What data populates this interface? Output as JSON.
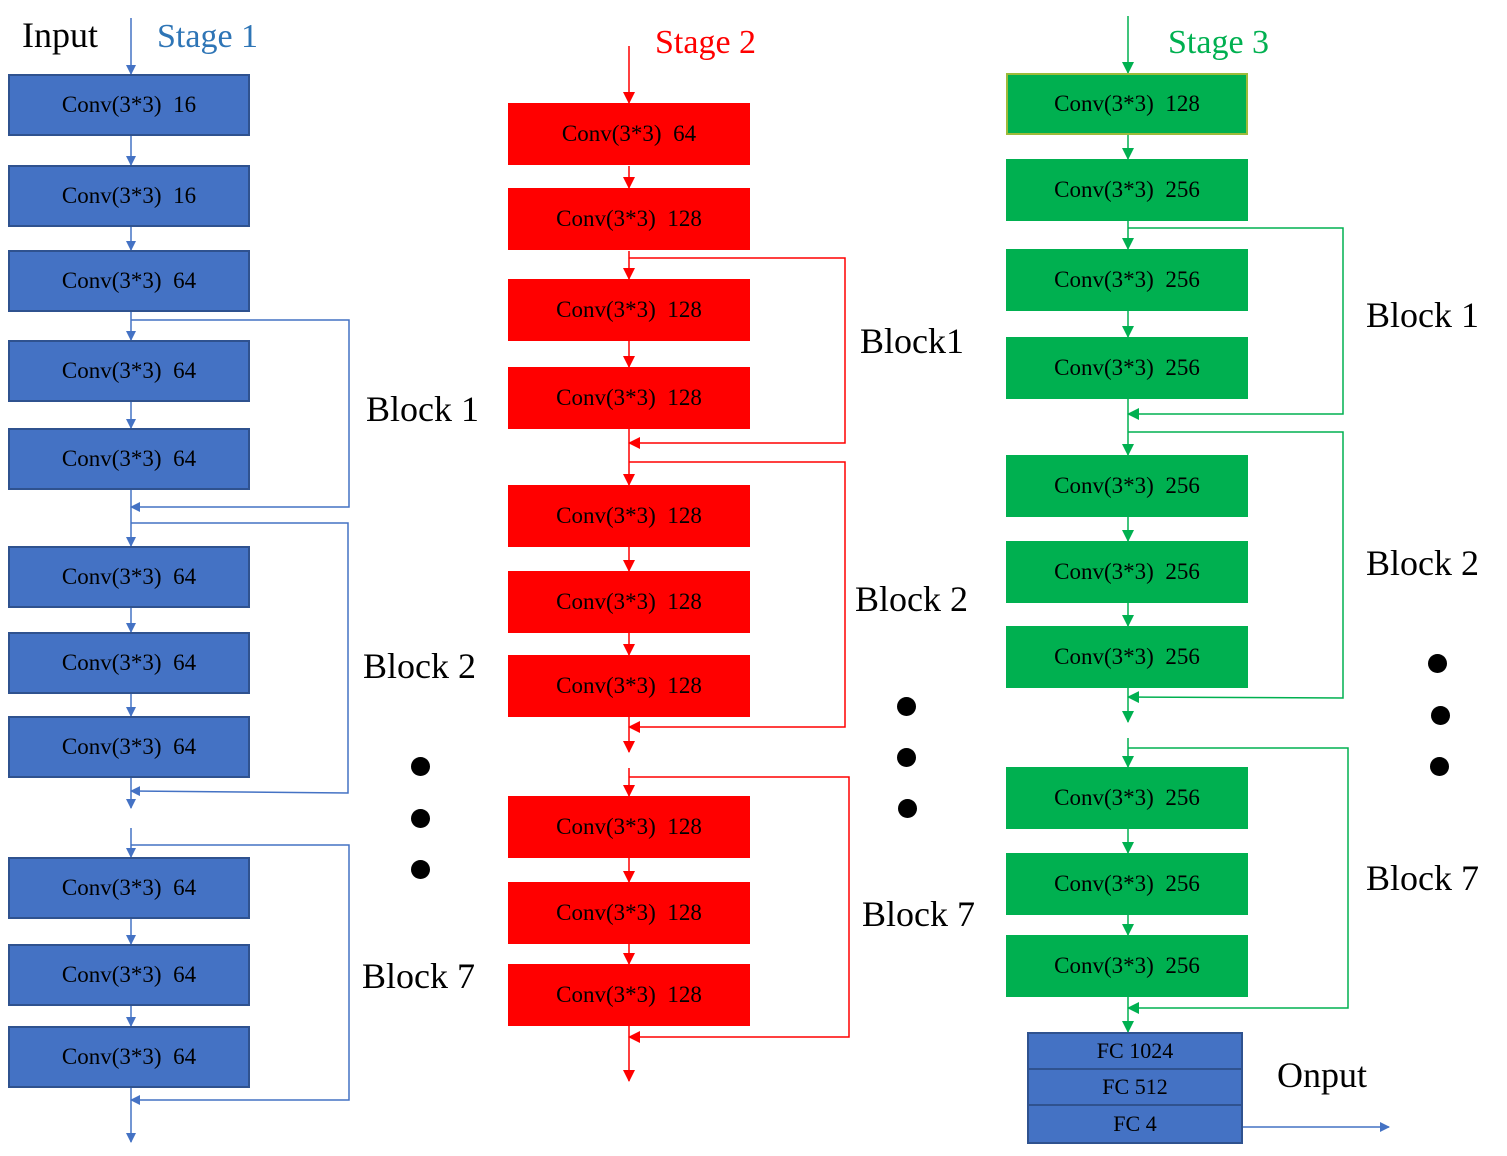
{
  "inputLabel": "Input",
  "outputLabel": "Onput",
  "colors": {
    "stage1": "#4472c4",
    "stage2": "#ff0000",
    "stage3": "#00b050"
  },
  "stage1": {
    "title": "Stage 1",
    "layers": [
      "Conv(3*3)  16",
      "Conv(3*3)  16",
      "Conv(3*3)  64",
      "Conv(3*3)  64",
      "Conv(3*3)  64",
      "Conv(3*3)  64",
      "Conv(3*3)  64",
      "Conv(3*3)  64",
      "Conv(3*3)  64",
      "Conv(3*3)  64",
      "Conv(3*3)  64"
    ],
    "blocks": [
      "Block 1",
      "Block 2",
      "Block 7"
    ]
  },
  "stage2": {
    "title": "Stage 2",
    "layers": [
      "Conv(3*3)  64",
      "Conv(3*3)  128",
      "Conv(3*3)  128",
      "Conv(3*3)  128",
      "Conv(3*3)  128",
      "Conv(3*3)  128",
      "Conv(3*3)  128",
      "Conv(3*3)  128",
      "Conv(3*3)  128",
      "Conv(3*3)  128"
    ],
    "blocks": [
      "Block1",
      "Block 2",
      "Block 7"
    ]
  },
  "stage3": {
    "title": "Stage 3",
    "layers": [
      "Conv(3*3)  128",
      "Conv(3*3)  256",
      "Conv(3*3)  256",
      "Conv(3*3)  256",
      "Conv(3*3)  256",
      "Conv(3*3)  256",
      "Conv(3*3)  256",
      "Conv(3*3)  256",
      "Conv(3*3)  256",
      "Conv(3*3)  256"
    ],
    "blocks": [
      "Block 1",
      "Block 2",
      "Block 7"
    ]
  },
  "fc": [
    "FC 1024",
    "FC 512",
    "FC 4"
  ]
}
